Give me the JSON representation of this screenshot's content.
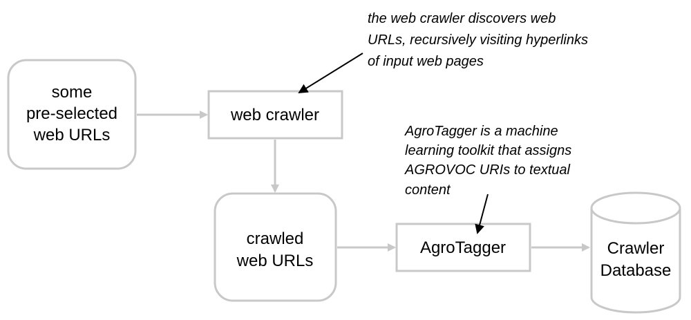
{
  "colors": {
    "node_stroke": "#c8c8c8",
    "flow_arrow": "#c8c8c8",
    "note_arrow": "#000000",
    "text": "#000000"
  },
  "nodes": {
    "seed_urls": {
      "line1": "some",
      "line2": "pre-selected",
      "line3": "web URLs"
    },
    "web_crawler": {
      "label": "web crawler"
    },
    "crawled_urls": {
      "line1": "crawled",
      "line2": "web URLs"
    },
    "agrotagger": {
      "label": "AgroTagger"
    },
    "database": {
      "line1": "Crawler",
      "line2": "Database"
    }
  },
  "annotations": {
    "crawler_note": {
      "line1": "the web crawler discovers web",
      "line2": "URLs, recursively visiting hyperlinks",
      "line3": "of input web pages"
    },
    "agrotagger_note": {
      "line1": "AgroTagger is a machine",
      "line2": "learning toolkit that assigns",
      "line3": "AGROVOC URIs to textual",
      "line4": "content"
    }
  }
}
